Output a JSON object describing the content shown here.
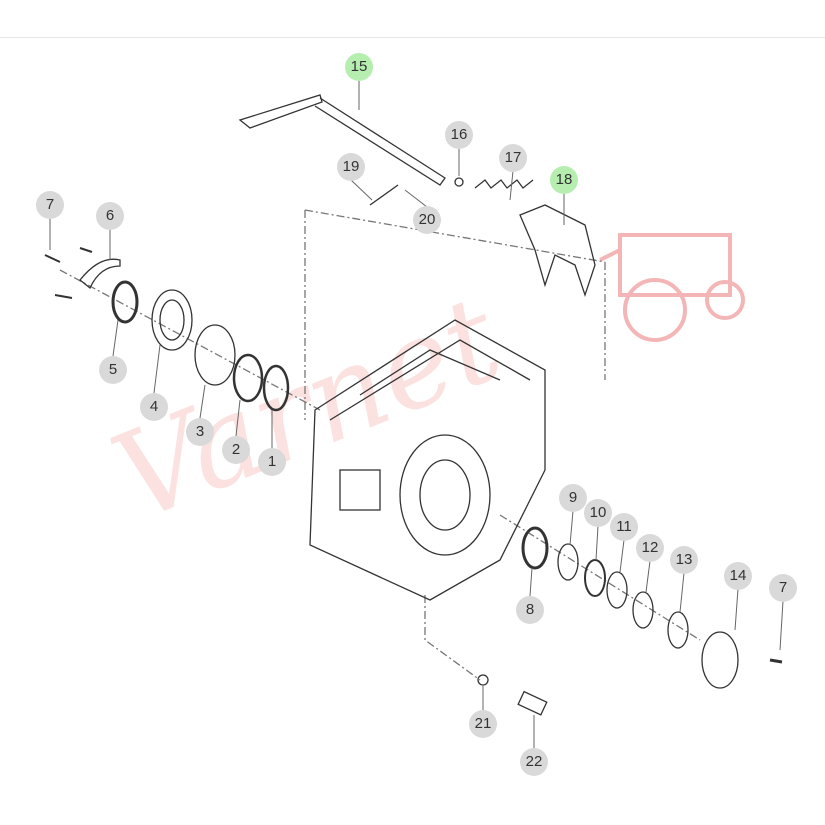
{
  "diagram": {
    "watermark": "Varnet",
    "accent_highlight": "#b6eeb0",
    "callouts": [
      {
        "num": "15",
        "highlighted": true
      },
      {
        "num": "16",
        "highlighted": false
      },
      {
        "num": "17",
        "highlighted": false
      },
      {
        "num": "18",
        "highlighted": true
      },
      {
        "num": "19",
        "highlighted": false
      },
      {
        "num": "20",
        "highlighted": false
      },
      {
        "num": "7",
        "highlighted": false
      },
      {
        "num": "6",
        "highlighted": false
      },
      {
        "num": "5",
        "highlighted": false
      },
      {
        "num": "4",
        "highlighted": false
      },
      {
        "num": "3",
        "highlighted": false
      },
      {
        "num": "2",
        "highlighted": false
      },
      {
        "num": "1",
        "highlighted": false
      },
      {
        "num": "9",
        "highlighted": false
      },
      {
        "num": "10",
        "highlighted": false
      },
      {
        "num": "11",
        "highlighted": false
      },
      {
        "num": "12",
        "highlighted": false
      },
      {
        "num": "13",
        "highlighted": false
      },
      {
        "num": "14",
        "highlighted": false
      },
      {
        "num": "7",
        "highlighted": false
      },
      {
        "num": "8",
        "highlighted": false
      },
      {
        "num": "21",
        "highlighted": false
      },
      {
        "num": "22",
        "highlighted": false
      }
    ]
  }
}
